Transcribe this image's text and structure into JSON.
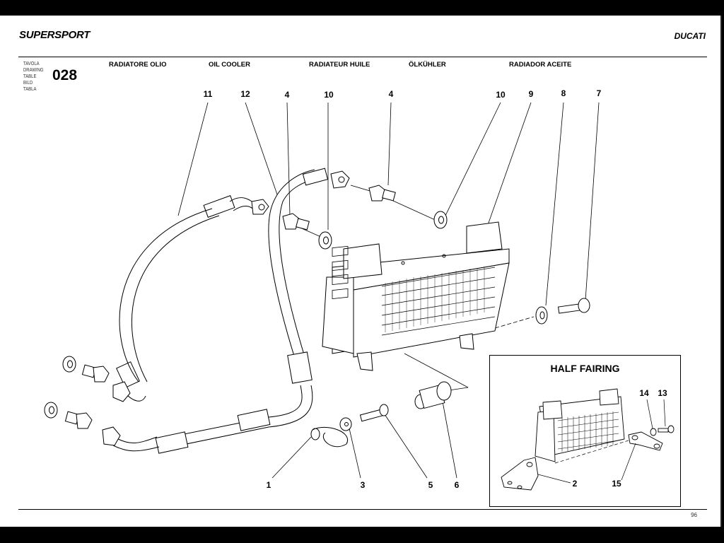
{
  "header": {
    "model": "SUPERSPORT",
    "brand": "DUCATI",
    "table_labels": [
      "TAVOLA",
      "DRAWING",
      "TABLE",
      "BILD",
      "TABLA"
    ],
    "table_number": "028",
    "titles": [
      {
        "lang": "it",
        "text": "RADIATORE OLIO"
      },
      {
        "lang": "en",
        "text": "OIL COOLER"
      },
      {
        "lang": "fr",
        "text": "RADIATEUR HUILE"
      },
      {
        "lang": "de",
        "text": "ÖLKÜHLER"
      },
      {
        "lang": "es",
        "text": "RADIADOR ACEITE"
      }
    ]
  },
  "diagram": {
    "description": "Exploded view of oil cooler assembly with hoses",
    "callouts_top": [
      "11",
      "12",
      "4",
      "10",
      "4",
      "10",
      "9",
      "8",
      "7"
    ],
    "callouts_bottom": [
      "1",
      "3",
      "5",
      "6"
    ],
    "parts": {
      "hose_upper": "11",
      "hose_lower": "12",
      "fitting": "4",
      "sealing_washer": "10",
      "oil_cooler": "9",
      "washer": "8",
      "screw": "7",
      "bracket_clamp": "1",
      "washer_small": "3",
      "screw_small": "5",
      "rubber_mount": "6"
    }
  },
  "inset": {
    "title": "HALF FAIRING",
    "callouts": [
      "14",
      "13",
      "2",
      "15"
    ]
  },
  "footer": {
    "page_number": "96"
  }
}
